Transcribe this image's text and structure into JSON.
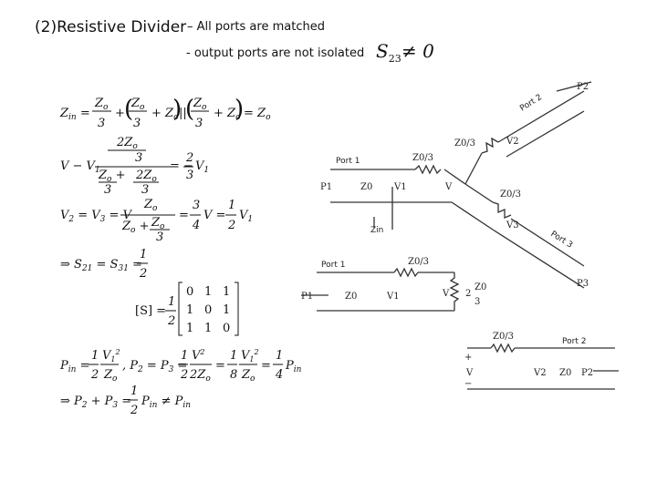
{
  "header": {
    "title": "(2)Resistive Divider",
    "note1": "– All ports are matched",
    "note2": "- output ports are not isolated",
    "s23": "S",
    "s23_sub": "23",
    "neq": "≠ 0"
  },
  "equations": {
    "zin_lhs": "Zin =",
    "zin_rhs": "= Zo",
    "v_lhs": "V − V1",
    "v_rhs": "= −(2/3)V1",
    "v23_lhs": "V2 = V3 = V",
    "v23_rhs": "= (3/4)V = (1/2)V1",
    "s21": "⇒ S21 = S31 = 1/2",
    "smat_label": "[S] = 1/2",
    "smat": [
      [
        "0",
        "1",
        "1"
      ],
      [
        "1",
        "0",
        "1"
      ],
      [
        "1",
        "1",
        "0"
      ]
    ],
    "pin": "Pin = (1/2)V1²/Zo ,  P2 = P3 = (1/2)V²/(2Zo) = (1/8)V1²/Zo = (1/4)Pin",
    "psum": "⇒ P2 + P3 = (1/2)Pin ≠ Pin"
  },
  "diagram": {
    "port1": "Port 1",
    "port2": "Port 2",
    "port3": "Port 3",
    "z03": "Z0/3",
    "z0": "Z0",
    "p1": "P1",
    "p2": "P2",
    "p3": "P3",
    "v1": "V1",
    "v2": "V2",
    "v3": "V3",
    "v": "V",
    "zin": "Zin",
    "z0_2": "2",
    "z0_3": "3",
    "plus": "+",
    "minus": "−"
  }
}
